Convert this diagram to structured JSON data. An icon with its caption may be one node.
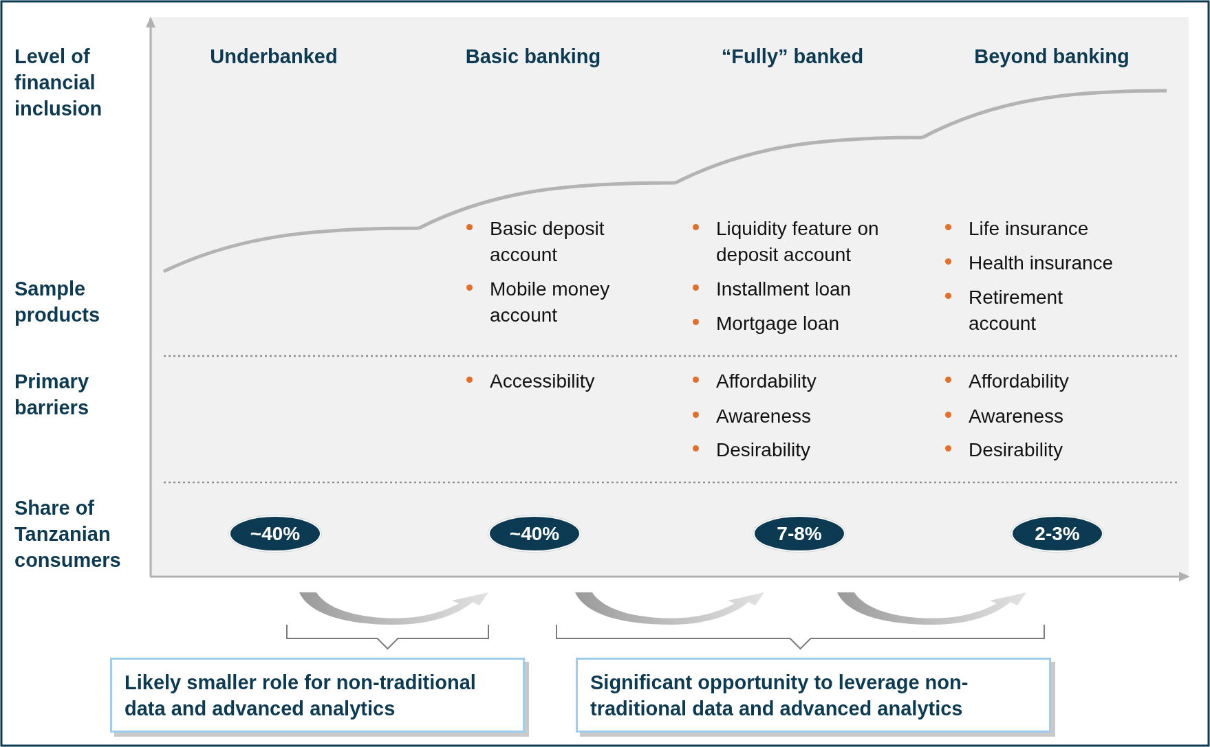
{
  "diagram": {
    "nodes": [
      {
        "text": [
          "~40%"
        ]
      },
      {
        "text": [
          "~40%"
        ]
      },
      {
        "text": [
          "7-8%"
        ]
      },
      {
        "text": [
          "2-3%"
        ]
      },
      {
        "text": [
          "Likely smaller role for non-traditional data and advanced analytics"
        ]
      },
      {
        "text": [
          "Significant opportunity to leverage non-traditional data and advanced analytics"
        ]
      }
    ],
    "labels": [
      "Level of financial inclusion",
      "Underbanked",
      "Basic banking",
      "“Fully” banked",
      "Beyond banking",
      "Sample products",
      "Basic deposit account",
      "Mobile money account",
      "Liquidity feature on deposit account",
      "Installment loan",
      "Mortgage loan",
      "Life insurance",
      "Health insurance",
      "Retirement account",
      "Primary barriers",
      "Accessibility",
      "Affordability",
      "Awareness",
      "Desirability",
      "Affordability",
      "Awareness",
      "Desirability",
      "Share of Tanzanian consumers"
    ]
  }
}
